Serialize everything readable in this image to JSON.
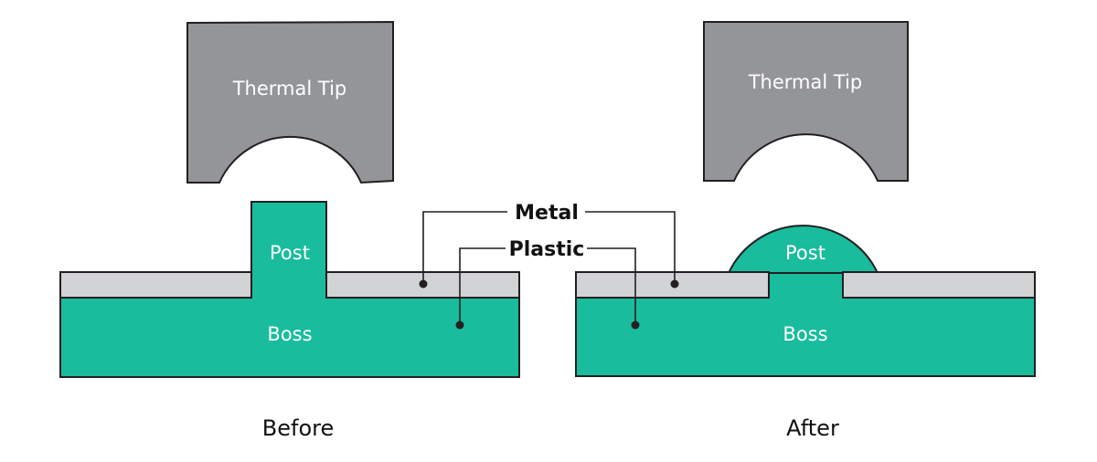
{
  "colors": {
    "tip": "#939598",
    "metal": "#d1d3d4",
    "plastic": "#19bc9c",
    "stroke": "#231f20"
  },
  "before": {
    "tip_label": "Thermal Tip",
    "post_label": "Post",
    "boss_label": "Boss",
    "caption": "Before"
  },
  "after": {
    "tip_label": "Thermal Tip",
    "post_label": "Post",
    "boss_label": "Boss",
    "caption": "After"
  },
  "callouts": {
    "metal": "Metal",
    "plastic": "Plastic"
  }
}
